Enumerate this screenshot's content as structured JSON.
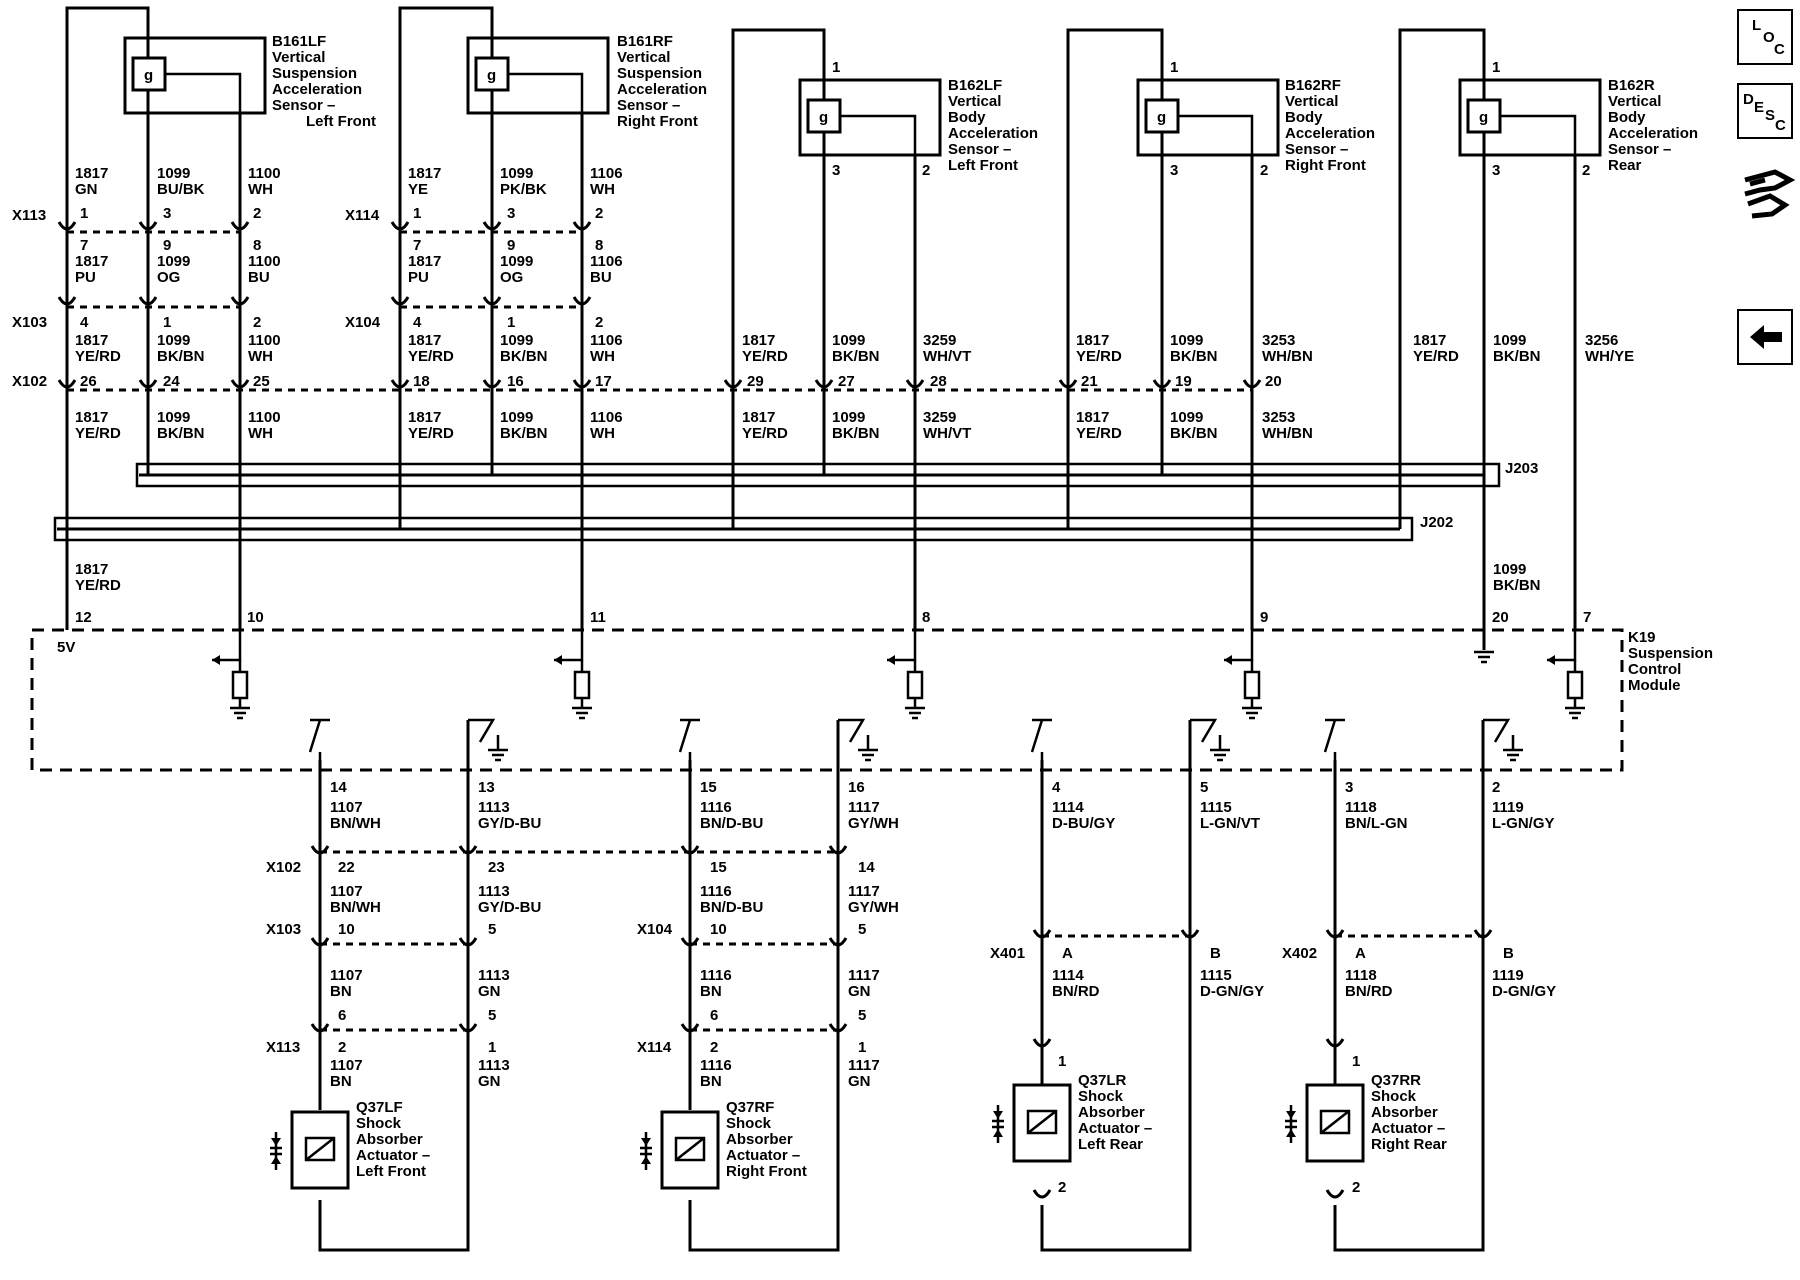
{
  "nav": {
    "loc_letters": [
      "L",
      "O",
      "C"
    ],
    "desc_letters": [
      "D",
      "E",
      "S",
      "C"
    ],
    "back_icon": "back-arrow-icon",
    "wrench_icon": "wiring-connector-icon"
  },
  "sensors": [
    {
      "lines": [
        "B161LF",
        "Vertical",
        "Suspension",
        "Acceleration",
        "Sensor –",
        "Left Front"
      ]
    },
    {
      "lines": [
        "B161RF",
        "Vertical",
        "Suspension",
        "Acceleration",
        "Sensor –",
        "Right Front"
      ]
    },
    {
      "lines": [
        "B162LF",
        "Vertical",
        "Body",
        "Acceleration",
        "Sensor –",
        "Left Front"
      ]
    },
    {
      "lines": [
        "B162RF",
        "Vertical",
        "Body",
        "Acceleration",
        "Sensor –",
        "Right Front"
      ]
    },
    {
      "lines": [
        "B162R",
        "Vertical",
        "Body",
        "Acceleration",
        "Sensor –",
        "Rear"
      ]
    }
  ],
  "sensor_glyph": "g",
  "sensor_pins": {
    "p1": "1",
    "p2": "2",
    "p3": "3"
  },
  "connectors": {
    "x113": "X113",
    "x114": "X114",
    "x103": "X103",
    "x104": "X104",
    "x102": "X102",
    "x401": "X401",
    "x402": "X402",
    "j203": "J203",
    "j202": "J202"
  },
  "upper_pins": {
    "x113_top": [
      "1",
      "3",
      "2"
    ],
    "x113_bot": [
      "7",
      "9",
      "8"
    ],
    "x114_top": [
      "1",
      "3",
      "2"
    ],
    "x114_bot": [
      "7",
      "9",
      "8"
    ],
    "x103": [
      "4",
      "1",
      "2"
    ],
    "x104": [
      "4",
      "1",
      "2"
    ],
    "x102": [
      "26",
      "24",
      "25",
      "18",
      "16",
      "17",
      "29",
      "27",
      "28",
      "21",
      "19",
      "20"
    ]
  },
  "wire_labels": {
    "top": [
      [
        "1817",
        "GN"
      ],
      [
        "1099",
        "BU/BK"
      ],
      [
        "1100",
        "WH"
      ],
      [
        "1817",
        "YE"
      ],
      [
        "1099",
        "PK/BK"
      ],
      [
        "1106",
        "WH"
      ]
    ],
    "mid": [
      [
        "1817",
        "PU"
      ],
      [
        "1099",
        "OG"
      ],
      [
        "1100",
        "BU"
      ],
      [
        "1817",
        "PU"
      ],
      [
        "1099",
        "OG"
      ],
      [
        "1106",
        "BU"
      ]
    ],
    "x102_above": [
      [
        "1817",
        "YE/RD"
      ],
      [
        "1099",
        "BK/BN"
      ],
      [
        "1100",
        "WH"
      ],
      [
        "1817",
        "YE/RD"
      ],
      [
        "1099",
        "BK/BN"
      ],
      [
        "1106",
        "WH"
      ],
      [
        "1817",
        "YE/RD"
      ],
      [
        "1099",
        "BK/BN"
      ],
      [
        "3259",
        "WH/VT"
      ],
      [
        "1817",
        "YE/RD"
      ],
      [
        "1099",
        "BK/BN"
      ],
      [
        "3253",
        "WH/BN"
      ],
      [
        "1817",
        "YE/RD"
      ],
      [
        "1099",
        "BK/BN"
      ],
      [
        "3256",
        "WH/YE"
      ]
    ],
    "x102_below": [
      [
        "1817",
        "YE/RD"
      ],
      [
        "1099",
        "BK/BN"
      ],
      [
        "1100",
        "WH"
      ],
      [
        "1817",
        "YE/RD"
      ],
      [
        "1099",
        "BK/BN"
      ],
      [
        "1106",
        "WH"
      ],
      [
        "1817",
        "YE/RD"
      ],
      [
        "1099",
        "BK/BN"
      ],
      [
        "3259",
        "WH/VT"
      ],
      [
        "1817",
        "YE/RD"
      ],
      [
        "1099",
        "BK/BN"
      ],
      [
        "3253",
        "WH/BN"
      ]
    ],
    "module_in_left": [
      "1817",
      "YE/RD"
    ],
    "module_in_right": [
      "1099",
      "BK/BN"
    ]
  },
  "module": {
    "lines": [
      "K19",
      "Suspension",
      "Control",
      "Module"
    ],
    "v5": "5V",
    "pins_top": [
      "12",
      "10",
      "11",
      "8",
      "9",
      "20",
      "7"
    ],
    "pins_bottom": [
      "14",
      "13",
      "15",
      "16",
      "4",
      "5",
      "3",
      "2"
    ]
  },
  "lower_wires": {
    "a": [
      [
        "1107",
        "BN/WH"
      ],
      [
        "1113",
        "GY/D-BU"
      ],
      [
        "1116",
        "BN/D-BU"
      ],
      [
        "1117",
        "GY/WH"
      ],
      [
        "1114",
        "D-BU/GY"
      ],
      [
        "1115",
        "L-GN/VT"
      ],
      [
        "1118",
        "BN/L-GN"
      ],
      [
        "1119",
        "L-GN/GY"
      ]
    ],
    "b": [
      [
        "1107",
        "BN/WH"
      ],
      [
        "1113",
        "GY/D-BU"
      ],
      [
        "1116",
        "BN/D-BU"
      ],
      [
        "1117",
        "GY/WH"
      ]
    ],
    "c": [
      [
        "1107",
        "BN"
      ],
      [
        "1113",
        "GN"
      ],
      [
        "1116",
        "BN"
      ],
      [
        "1117",
        "GN"
      ]
    ],
    "d": [
      [
        "1107",
        "BN"
      ],
      [
        "1113",
        "GN"
      ],
      [
        "1116",
        "BN"
      ],
      [
        "1117",
        "GN"
      ]
    ],
    "rear": [
      [
        "1114",
        "BN/RD"
      ],
      [
        "1115",
        "D-GN/GY"
      ],
      [
        "1118",
        "BN/RD"
      ],
      [
        "1119",
        "D-GN/GY"
      ]
    ]
  },
  "lower_pins": {
    "x102": [
      "22",
      "23",
      "15",
      "14"
    ],
    "x103": [
      "10",
      "5"
    ],
    "x104": [
      "10",
      "5"
    ],
    "x113a": [
      "6",
      "5"
    ],
    "x114a": [
      "6",
      "5"
    ],
    "x113b": [
      "2",
      "1"
    ],
    "x114b": [
      "2",
      "1"
    ],
    "x401": [
      "A",
      "B"
    ],
    "x402": [
      "A",
      "B"
    ],
    "act": [
      "1",
      "2"
    ]
  },
  "actuators": [
    {
      "lines": [
        "Q37LF",
        "Shock",
        "Absorber",
        "Actuator –",
        "Left Front"
      ]
    },
    {
      "lines": [
        "Q37RF",
        "Shock",
        "Absorber",
        "Actuator –",
        "Right Front"
      ]
    },
    {
      "lines": [
        "Q37LR",
        "Shock",
        "Absorber",
        "Actuator –",
        "Left Rear"
      ]
    },
    {
      "lines": [
        "Q37RR",
        "Shock",
        "Absorber",
        "Actuator –",
        "Right Rear"
      ]
    }
  ]
}
